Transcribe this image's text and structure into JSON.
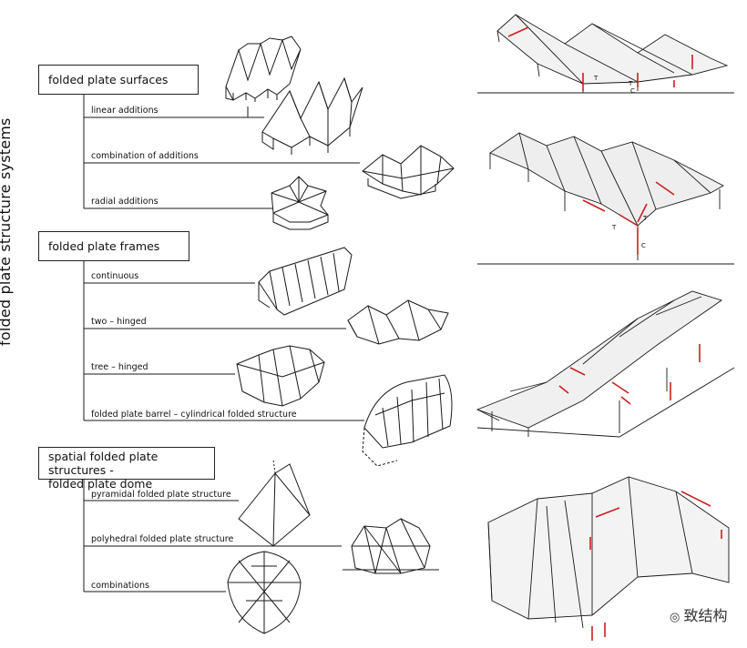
{
  "side_title": "folded plate structure systems",
  "groups": [
    {
      "title": "folded plate surfaces",
      "items": [
        "linear additions",
        "combination of additions",
        "radial additions"
      ]
    },
    {
      "title": "folded plate frames",
      "items": [
        "continuous",
        "two – hinged",
        "tree – hinged",
        "folded plate barrel – cylindrical folded structure"
      ]
    },
    {
      "title_line1": "spatial folded plate structures -",
      "title_line2": "folded plate dome",
      "items": [
        "pyramidal folded plate structure",
        "polyhedral folded plate structure",
        "combinations"
      ]
    }
  ],
  "photo_labels": [
    "T",
    "T",
    "C",
    "T",
    "T",
    "C"
  ],
  "watermark": "致结构",
  "colors": {
    "line": "#1a1a1a",
    "force_arrow": "#cc1f1f"
  }
}
